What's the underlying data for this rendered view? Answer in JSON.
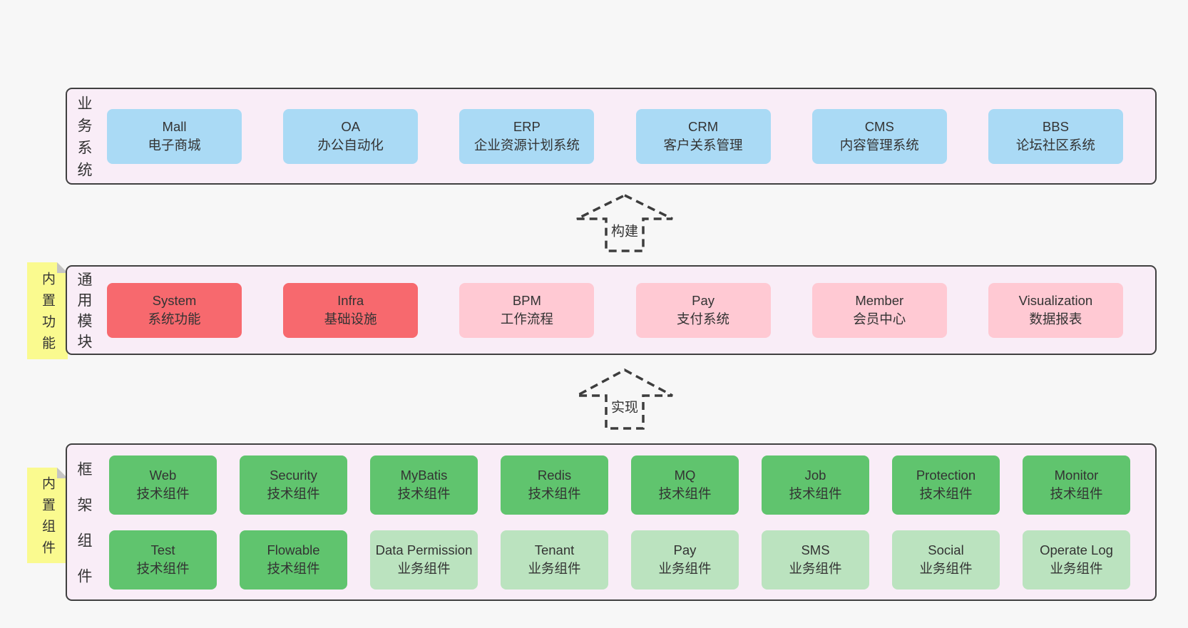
{
  "palette": {
    "bg": "#f7f7f7",
    "panel_fill": "#f9edf7",
    "panel_border": "#404040",
    "box_blue": "#aadaf5",
    "box_red": "#f7696e",
    "box_pink": "#ffc9d3",
    "box_green": "#60c46e",
    "box_green_light": "#bbe3bf",
    "tab_yellow": "#fafa8f",
    "tab_fold": "#c4c4c4",
    "text": "#333333",
    "arrow": "#3d3d3d"
  },
  "arrows": [
    {
      "label": "构建"
    },
    {
      "label": "实现"
    }
  ],
  "sections": [
    {
      "label": "业务系统",
      "boxes": [
        {
          "title": "Mall",
          "subtitle": "电子商城",
          "color": "blue"
        },
        {
          "title": "OA",
          "subtitle": "办公自动化",
          "color": "blue"
        },
        {
          "title": "ERP",
          "subtitle": "企业资源计划系统",
          "color": "blue"
        },
        {
          "title": "CRM",
          "subtitle": "客户关系管理",
          "color": "blue"
        },
        {
          "title": "CMS",
          "subtitle": "内容管理系统",
          "color": "blue"
        },
        {
          "title": "BBS",
          "subtitle": "论坛社区系统",
          "color": "blue"
        }
      ]
    },
    {
      "label": "通用模块",
      "tab": "内置功能",
      "boxes": [
        {
          "title": "System",
          "subtitle": "系统功能",
          "color": "red"
        },
        {
          "title": "Infra",
          "subtitle": "基础设施",
          "color": "red"
        },
        {
          "title": "BPM",
          "subtitle": "工作流程",
          "color": "pink"
        },
        {
          "title": "Pay",
          "subtitle": "支付系统",
          "color": "pink"
        },
        {
          "title": "Member",
          "subtitle": "会员中心",
          "color": "pink"
        },
        {
          "title": "Visualization",
          "subtitle": "数据报表",
          "color": "pink"
        }
      ]
    },
    {
      "label": "框架组件",
      "tab": "内置组件",
      "boxes": [
        {
          "title": "Web",
          "subtitle": "技术组件",
          "color": "green"
        },
        {
          "title": "Security",
          "subtitle": "技术组件",
          "color": "green"
        },
        {
          "title": "MyBatis",
          "subtitle": "技术组件",
          "color": "green"
        },
        {
          "title": "Redis",
          "subtitle": "技术组件",
          "color": "green"
        },
        {
          "title": "MQ",
          "subtitle": "技术组件",
          "color": "green"
        },
        {
          "title": "Job",
          "subtitle": "技术组件",
          "color": "green"
        },
        {
          "title": "Protection",
          "subtitle": "技术组件",
          "color": "green"
        },
        {
          "title": "Monitor",
          "subtitle": "技术组件",
          "color": "green"
        },
        {
          "title": "Test",
          "subtitle": "技术组件",
          "color": "green"
        },
        {
          "title": "Flowable",
          "subtitle": "技术组件",
          "color": "green"
        },
        {
          "title": "Data Permission",
          "subtitle": "业务组件",
          "color": "green_light"
        },
        {
          "title": "Tenant",
          "subtitle": "业务组件",
          "color": "green_light"
        },
        {
          "title": "Pay",
          "subtitle": "业务组件",
          "color": "green_light"
        },
        {
          "title": "SMS",
          "subtitle": "业务组件",
          "color": "green_light"
        },
        {
          "title": "Social",
          "subtitle": "业务组件",
          "color": "green_light"
        },
        {
          "title": "Operate Log",
          "subtitle": "业务组件",
          "color": "green_light"
        }
      ]
    }
  ]
}
